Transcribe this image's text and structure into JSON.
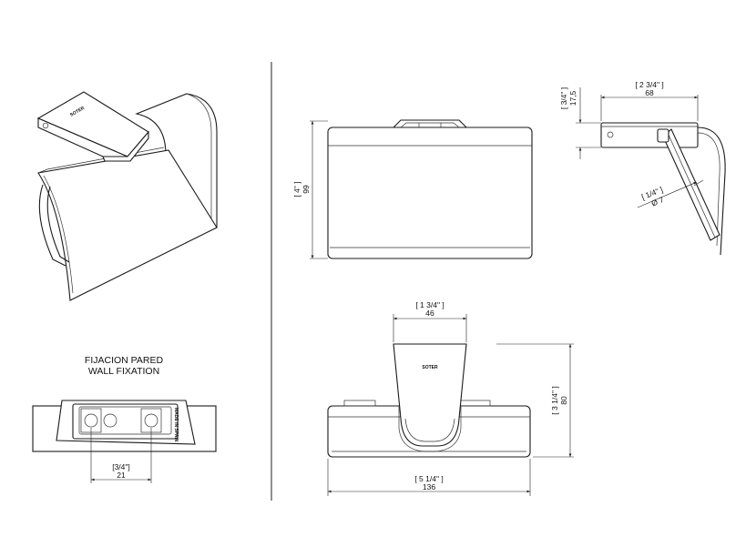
{
  "section_title": {
    "line1": "FIJACION PARED",
    "line2": "WALL FIXATION"
  },
  "brand_mark": "SOTER",
  "wall_plate_text": "MADE IN SPAIN",
  "dimensions": {
    "front_height": {
      "inch": "[ 4\" ]",
      "mm": "99"
    },
    "side_depth": {
      "inch": "[ 2 3/4\" ]",
      "mm": "68"
    },
    "side_plate_thickness": {
      "inch": "[ 3/4\" ]",
      "mm": "17,5"
    },
    "rod_diameter": {
      "inch": "[ 1/4\" ]",
      "mm": "Ø 7"
    },
    "top_arm_width": {
      "inch": "[ 1 3/4\" ]",
      "mm": "46"
    },
    "top_height": {
      "inch": "[ 3 1/4\" ]",
      "mm": "80"
    },
    "top_width": {
      "inch": "[ 5 1/4\" ]",
      "mm": "136"
    },
    "fixation_width": {
      "inch": "[3/4\"]",
      "mm": "21"
    }
  }
}
